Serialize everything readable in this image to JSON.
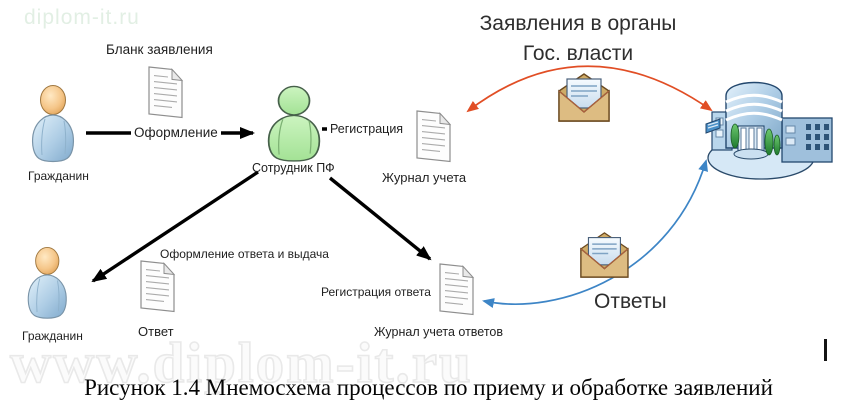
{
  "page": {
    "watermark_top": "diplom-it.ru",
    "watermark_bottom": "www.diplom-it.ru",
    "caption": "Рисунок 1.4 Мнемосхема процессов по приему и обработке заявлений",
    "cursor": "|"
  },
  "diagram": {
    "actors": {
      "citizen_top": {
        "label": "Гражданин"
      },
      "employee": {
        "label": "Сотрудник ПФ"
      },
      "citizen_bottom": {
        "label": "Гражданин"
      }
    },
    "documents": {
      "application_blank": {
        "label": "Бланк заявления"
      },
      "journal": {
        "label": "Журнал учета"
      },
      "answer": {
        "label": "Ответ"
      },
      "answers_journal": {
        "label": "Журнал учета ответов"
      }
    },
    "flows": {
      "oformlenie": {
        "label": "Оформление"
      },
      "registracia": {
        "label": "Регистрация"
      },
      "oformlenie_otveta": {
        "label": "Оформление ответа и выдача"
      },
      "registracia_otveta": {
        "label": "Регистрация ответа"
      },
      "gov_requests": {
        "label_line1": "Заявления в органы",
        "label_line2": "Гос. власти",
        "color": "#e14e25"
      },
      "answers": {
        "label": "Ответы",
        "color": "#3d85c6"
      }
    },
    "icons": [
      "citizen-icon",
      "employee-icon",
      "document-icon",
      "envelope-icon",
      "government-building-icon"
    ],
    "colors": {
      "black_arrow": "#000000",
      "red_arrow": "#e14e25",
      "blue_arrow": "#3d85c6"
    }
  }
}
